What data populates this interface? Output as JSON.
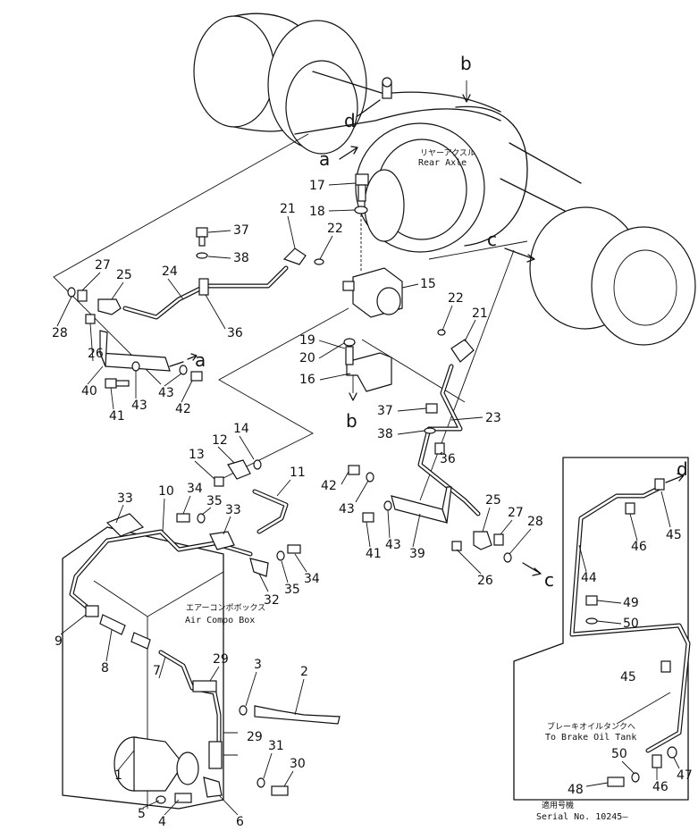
{
  "labels": {
    "rear_axle_jp": "リヤーアクスル",
    "rear_axle": "Rear Axle",
    "air_compo_box_jp": "エアーコンポボックス",
    "air_compo_box": "Air Compo Box",
    "brake_tank_jp": "ブレーキオイルタンクへ",
    "brake_tank": "To Brake Oil Tank",
    "serial_jp": "適用号機",
    "serial": "Serial No. 10245—"
  },
  "letters": {
    "a": "a",
    "b": "b",
    "c": "c",
    "d": "d"
  },
  "parts": {
    "p1": "1",
    "p2": "2",
    "p3": "3",
    "p4": "4",
    "p5": "5",
    "p6": "6",
    "p7": "7",
    "p8": "8",
    "p9": "9",
    "p10": "10",
    "p11": "11",
    "p12": "12",
    "p13": "13",
    "p14": "14",
    "p15": "15",
    "p16": "16",
    "p17": "17",
    "p18": "18",
    "p19": "19",
    "p20": "20",
    "p21": "21",
    "p22": "22",
    "p23": "23",
    "p24": "24",
    "p25": "25",
    "p26": "26",
    "p27": "27",
    "p28": "28",
    "p29": "29",
    "p30": "30",
    "p31": "31",
    "p32": "32",
    "p33": "33",
    "p34": "34",
    "p35": "35",
    "p36": "36",
    "p37": "37",
    "p38": "38",
    "p39": "39",
    "p40": "40",
    "p41": "41",
    "p42": "42",
    "p43": "43",
    "p44": "44",
    "p45": "45",
    "p46": "46",
    "p47": "47",
    "p48": "48",
    "p49": "49",
    "p50": "50"
  }
}
